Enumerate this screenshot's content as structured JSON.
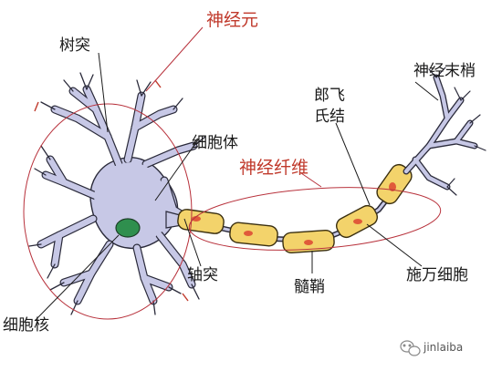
{
  "labels": {
    "neuron": "神经元",
    "dendrite": "树突",
    "cell_body": "细胞体",
    "nerve_fiber": "神经纤维",
    "node_of_ranvier": "郎飞氏结",
    "node_line1": "郎飞",
    "node_line2": "氏结",
    "nerve_ending": "神经末梢",
    "axon": "轴突",
    "myelin_sheath": "髓鞘",
    "schwann_cell": "施万细胞",
    "nucleus": "细胞核"
  },
  "watermark": {
    "text": "jinlaiba"
  },
  "icons": {
    "watermark_icon": "wechat-icon"
  },
  "colors": {
    "neuron_fill": "#c7c8e6",
    "neuron_stroke": "#2a2a3a",
    "nucleus_fill": "#2f8f4e",
    "myelin_fill": "#f3d36b",
    "myelin_stroke": "#3a2f10",
    "schwann_nucleus": "#e05a3a",
    "outline_red": "#b8323c",
    "label_red": "#c0392b"
  }
}
